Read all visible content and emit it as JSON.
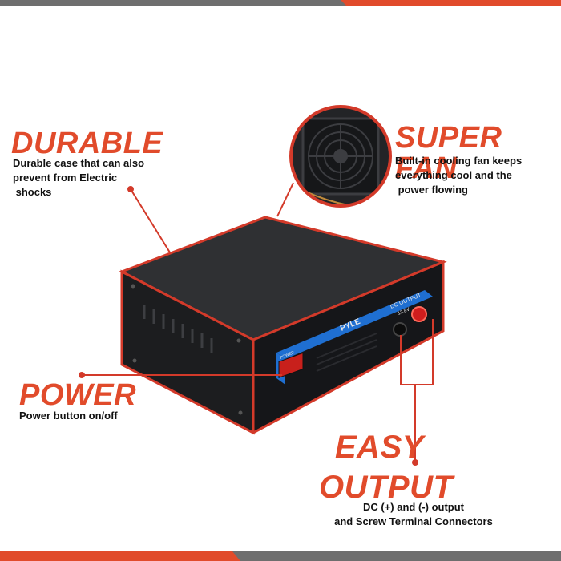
{
  "features": {
    "durable": {
      "title": "DURABLE",
      "lines": [
        "Durable case that can also",
        "prevent from Electric",
        " shocks"
      ]
    },
    "super_fan": {
      "title": "SUPER FAN",
      "lines": [
        "Built-in cooling fan keeps",
        "everything cool and the",
        " power flowing"
      ]
    },
    "power": {
      "title": "POWER",
      "lines": [
        "Power button on/off"
      ]
    },
    "easy_output": {
      "title_line1": "EASY",
      "title_line2": "OUTPUT",
      "lines": [
        "DC (+) and (-) output",
        "and Screw Terminal Connectors"
      ]
    }
  },
  "device": {
    "brand": "PYLE",
    "output_label": "DC OUTPUT",
    "output_voltage": "13.8V",
    "power_label": "POWER"
  },
  "colors": {
    "accent": "#e14b2b",
    "case": "#2b2c2f",
    "blue_panel": "#1f6fd1",
    "text": "#111111",
    "bar_gray": "#6e6e6e"
  }
}
